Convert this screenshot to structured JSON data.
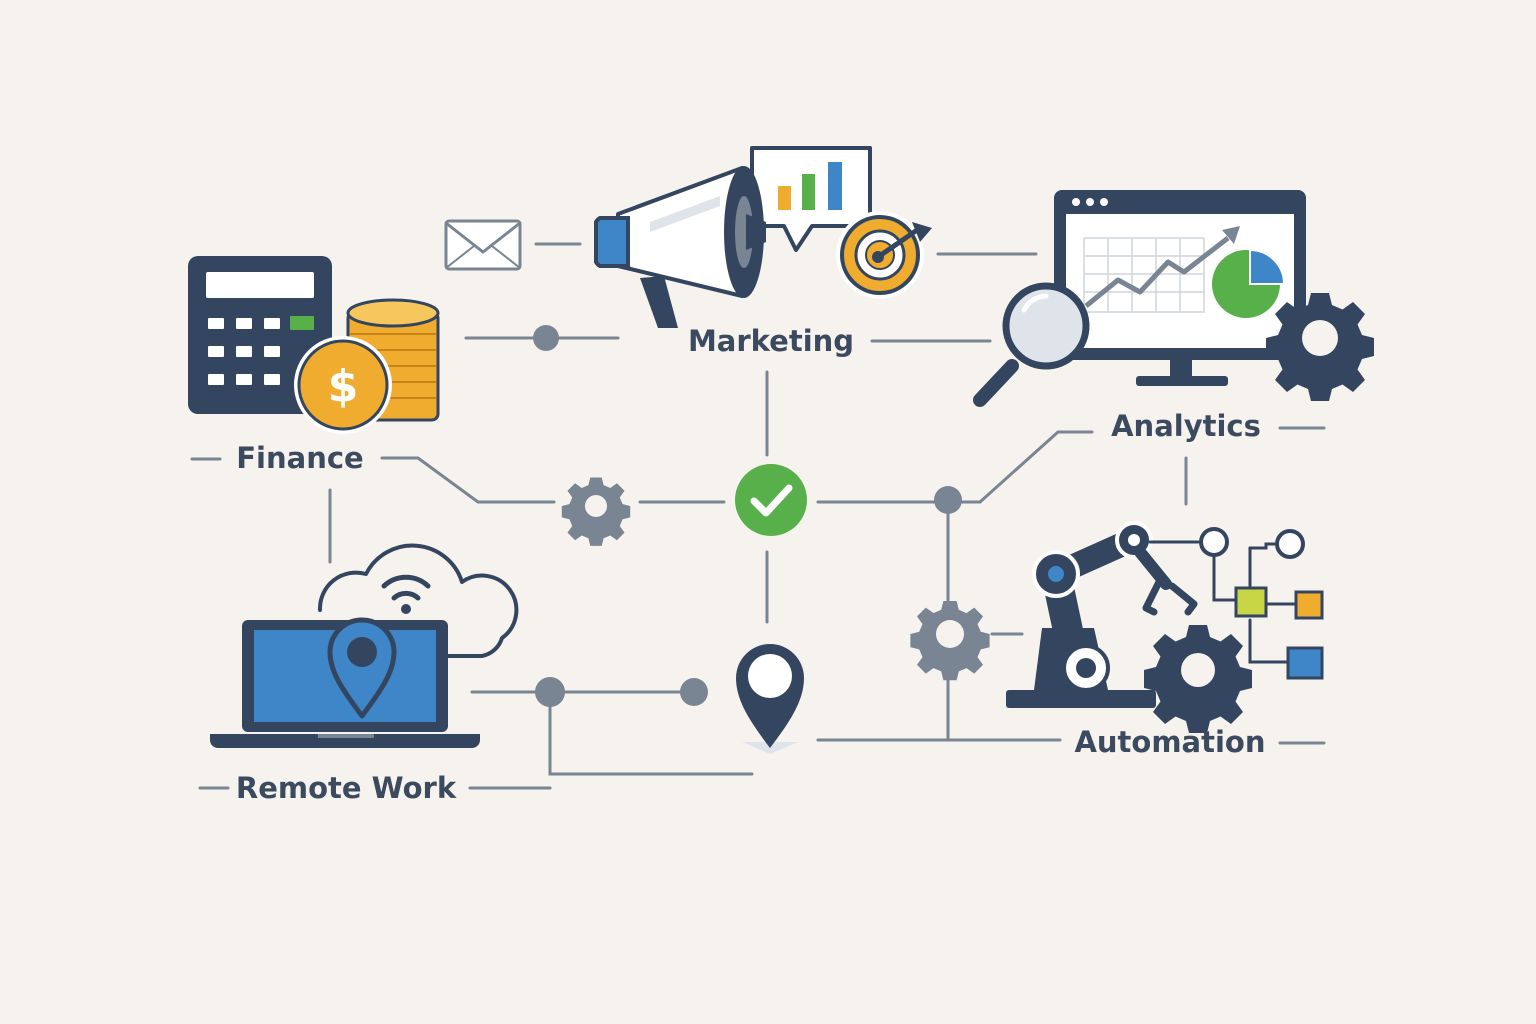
{
  "labels": {
    "marketing": "Marketing",
    "finance": "Finance",
    "analytics": "Analytics",
    "remote_work": "Remote Work",
    "automation": "Automation"
  },
  "icons": {
    "finance": [
      "calculator-icon",
      "coin-stack-icon",
      "dollar-coin-icon"
    ],
    "marketing": [
      "megaphone-icon",
      "bar-chart-bubble-icon",
      "target-icon",
      "envelope-icon"
    ],
    "analytics": [
      "monitor-icon",
      "line-chart-icon",
      "pie-chart-icon",
      "magnifier-icon",
      "gear-icon"
    ],
    "remote_work": [
      "laptop-icon",
      "cloud-icon",
      "wifi-icon",
      "location-pin-icon"
    ],
    "automation": [
      "robot-arm-icon",
      "gear-icon",
      "flowchart-icon"
    ],
    "hub": [
      "check-circle-icon",
      "gear-icon",
      "location-pin-icon"
    ]
  },
  "colors": {
    "background": "#f6f2ee",
    "navy": "#34465f",
    "blue": "#3e86c8",
    "gold": "#f0ac2e",
    "green": "#58b04a",
    "connector": "#7a8594"
  }
}
